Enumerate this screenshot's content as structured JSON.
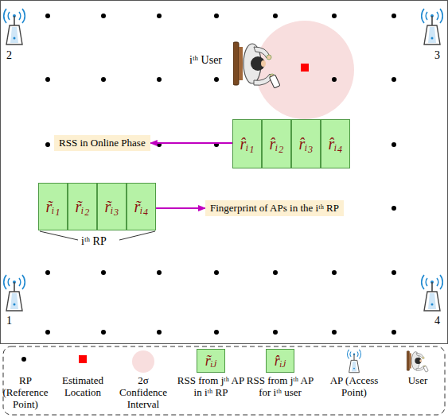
{
  "diagram": {
    "nodes": [
      {
        "text": [
          "RSS in Online Phase"
        ]
      },
      {
        "text": [
          "r̂ᵢ₁"
        ]
      },
      {
        "text": [
          "r̂ᵢ₂"
        ]
      },
      {
        "text": [
          "r̂ᵢ₃"
        ]
      },
      {
        "text": [
          "r̂ᵢ₄"
        ]
      },
      {
        "text": [
          "r̃ᵢ₁"
        ]
      },
      {
        "text": [
          "r̃ᵢ₂"
        ]
      },
      {
        "text": [
          "r̃ᵢ₃"
        ]
      },
      {
        "text": [
          "r̃ᵢ₄"
        ]
      },
      {
        "text": [
          "Fingerprint of APs in the iᵗʰ RP"
        ]
      }
    ],
    "edges": [
      {
        "from": 1,
        "to": 0,
        "arrow": "to"
      },
      {
        "from": 8,
        "to": 9,
        "arrow": "to"
      }
    ],
    "labels": [
      "2",
      "3",
      "iᵗʰ User",
      "iᵗʰ RP",
      "1",
      "4",
      "r̃ᵢⱼ",
      "r̂ᵢⱼ"
    ],
    "legend": [
      {
        "text": "RP (Reference Point)"
      },
      {
        "text": "Estimated Location",
        "color": "#ff0000"
      },
      {
        "text": "2σ Confidence Interval",
        "color": "#f8dede"
      },
      {
        "text": "RSS from jᵗʰ AP in iᵗʰ RP",
        "color": "#b6f2a6"
      },
      {
        "text": "RSS from jᵗʰ AP for iᵗʰ user",
        "color": "#b6f2a6"
      },
      {
        "text": "AP (Access Point)"
      },
      {
        "text": "User"
      }
    ]
  }
}
